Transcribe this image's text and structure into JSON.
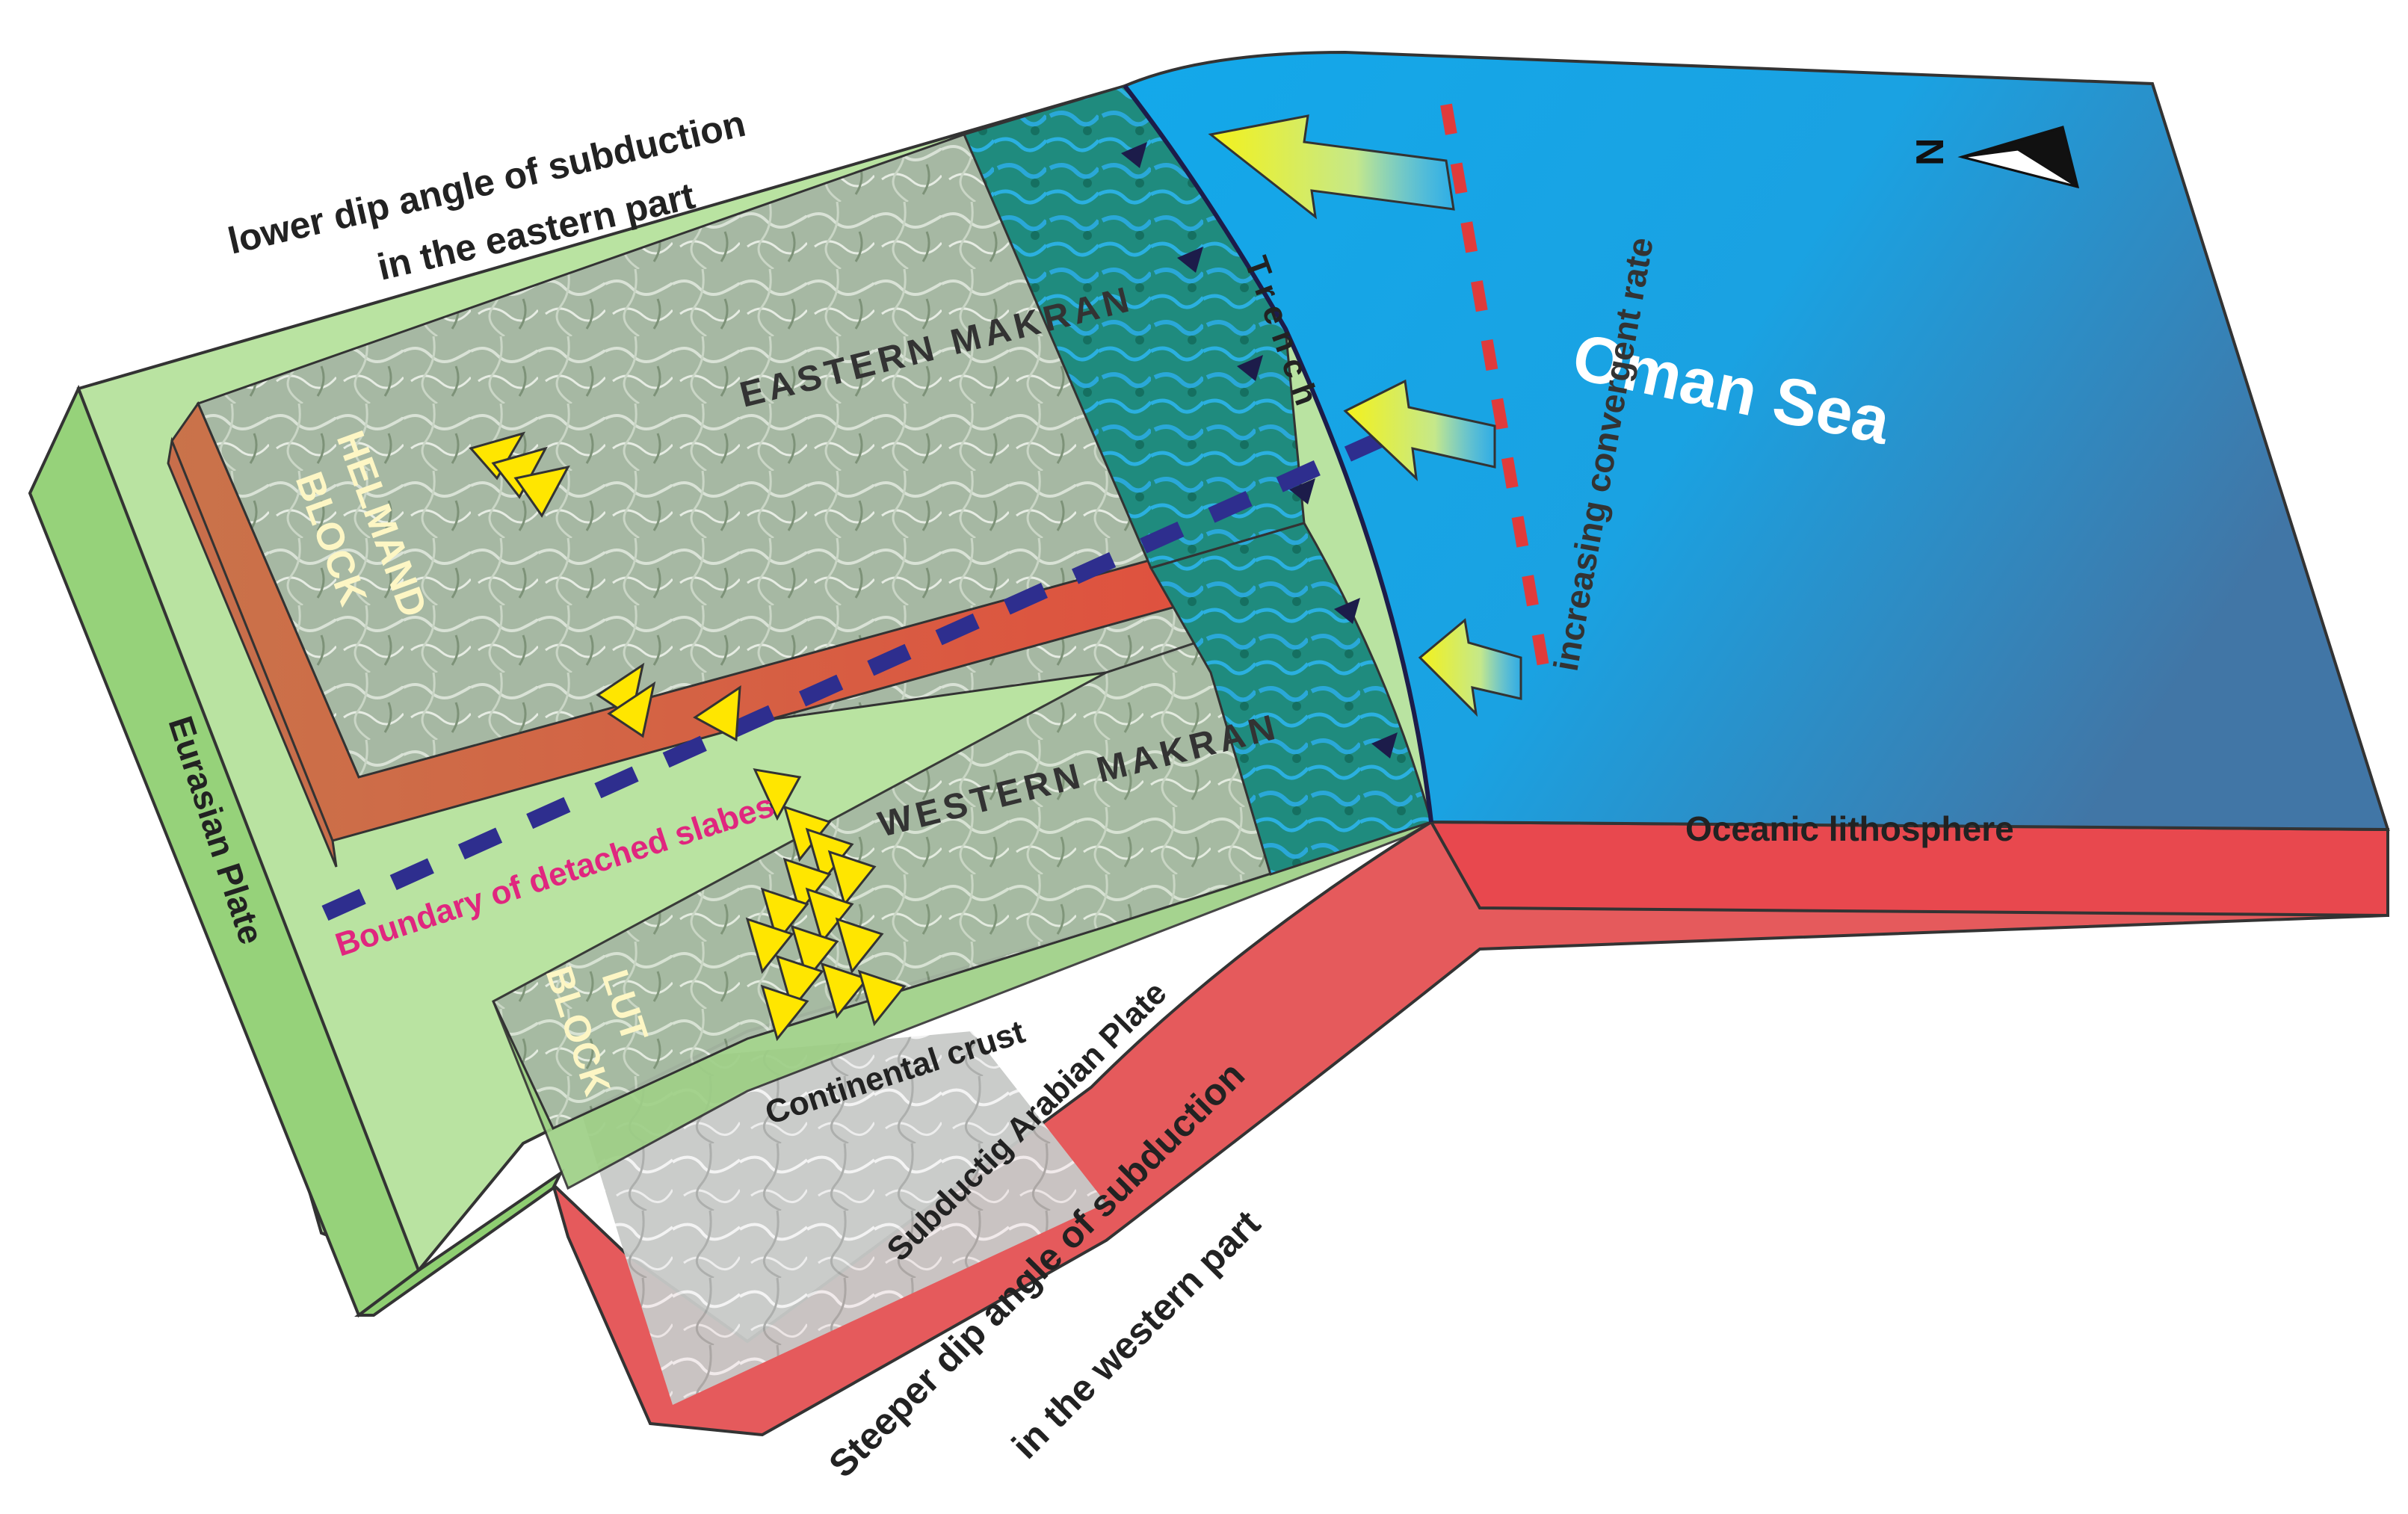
{
  "labels": {
    "top_caption_line1": "lower dip angle of subduction",
    "top_caption_line2": "in the eastern part",
    "bottom_caption_line1": "Steeper dip angle of subduction",
    "bottom_caption_line2": "in the western part",
    "eastern_makran": "EASTERN MAKRAN",
    "western_makran": "WESTERN MAKRAN",
    "helmand_line1": "HELMAND",
    "helmand_line2": "BLOCK",
    "lut_line1": "LUT",
    "lut_line2": "BLOCK",
    "oman_sea": "Oman Sea",
    "trench": "T r e n c h",
    "convergent_rate": "increasing convergent rate",
    "oceanic_lithosphere": "Oceanic lithosphere",
    "boundary_slabes": "Boundary of detached slabes",
    "eurasian_plate": "Eurasian Plate",
    "continental_crust": "Continental crust",
    "arabian_plate": "Subductig Arabian Plate",
    "north_arrow": "N"
  },
  "colors": {
    "sea": "#1aa6e6",
    "sea_dark": "#3f78a8",
    "eurasian_plate": "#a9d98e",
    "oceanic_slab": "#e65a5a",
    "helmand_slab": "#d7603f",
    "makran_teal": "#1e8a80",
    "rock_green": "#9fb49c",
    "boundary_line": "#2e2e8e",
    "convergent_line": "#e03b3b",
    "volcano": "#ffe600",
    "boundary_text": "#e0267f",
    "block_text": "#fdf6c4",
    "text_dark": "#222222"
  }
}
